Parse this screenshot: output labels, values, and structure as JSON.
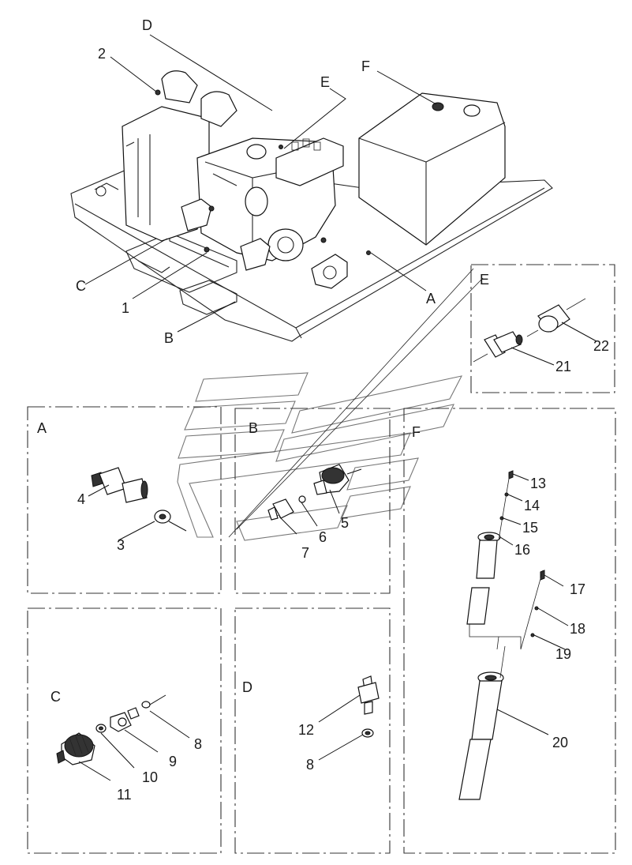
{
  "overview": {
    "callouts": [
      {
        "id": "ov-D",
        "text": "D"
      },
      {
        "id": "ov-2",
        "text": "2"
      },
      {
        "id": "ov-E",
        "text": "E"
      },
      {
        "id": "ov-F",
        "text": "F"
      },
      {
        "id": "ov-C",
        "text": "C"
      },
      {
        "id": "ov-1",
        "text": "1"
      },
      {
        "id": "ov-B",
        "text": "B"
      },
      {
        "id": "ov-A",
        "text": "A"
      }
    ]
  },
  "panels": [
    {
      "id": "panel-A",
      "letter": "A"
    },
    {
      "id": "panel-B",
      "letter": "B"
    },
    {
      "id": "panel-F-bottom",
      "letter": "F"
    },
    {
      "id": "panel-C",
      "letter": "C"
    },
    {
      "id": "panel-D",
      "letter": "D"
    },
    {
      "id": "panel-E",
      "letter": "E"
    }
  ],
  "part_numbers": [
    {
      "id": "p4",
      "text": "4"
    },
    {
      "id": "p3",
      "text": "3"
    },
    {
      "id": "p5",
      "text": "5"
    },
    {
      "id": "p6",
      "text": "6"
    },
    {
      "id": "p7",
      "text": "7"
    },
    {
      "id": "p8c",
      "text": "8"
    },
    {
      "id": "p9",
      "text": "9"
    },
    {
      "id": "p10",
      "text": "10"
    },
    {
      "id": "p11",
      "text": "11"
    },
    {
      "id": "p12",
      "text": "12"
    },
    {
      "id": "p8d",
      "text": "8"
    },
    {
      "id": "p13",
      "text": "13"
    },
    {
      "id": "p14",
      "text": "14"
    },
    {
      "id": "p15",
      "text": "15"
    },
    {
      "id": "p16",
      "text": "16"
    },
    {
      "id": "p17",
      "text": "17"
    },
    {
      "id": "p18",
      "text": "18"
    },
    {
      "id": "p19",
      "text": "19"
    },
    {
      "id": "p20",
      "text": "20"
    },
    {
      "id": "p21",
      "text": "21"
    },
    {
      "id": "p22",
      "text": "22"
    }
  ]
}
